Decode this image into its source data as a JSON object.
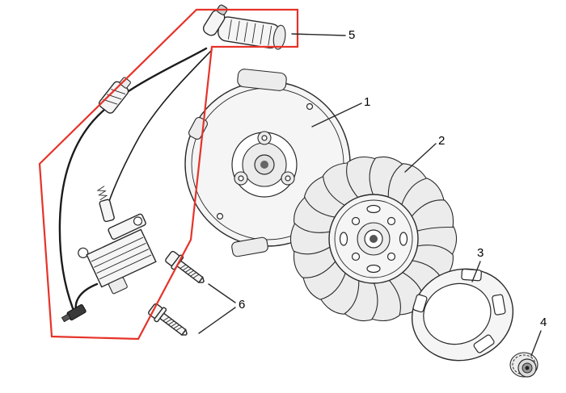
{
  "diagram": {
    "callouts": [
      {
        "label": "1"
      },
      {
        "label": "2"
      },
      {
        "label": "3"
      },
      {
        "label": "4"
      },
      {
        "label": "5"
      },
      {
        "label": "6"
      }
    ],
    "colors": {
      "highlight": "#e63329",
      "line": "#2a2a2a",
      "part_fill": "#f5f5f5",
      "background": "#ffffff"
    }
  }
}
